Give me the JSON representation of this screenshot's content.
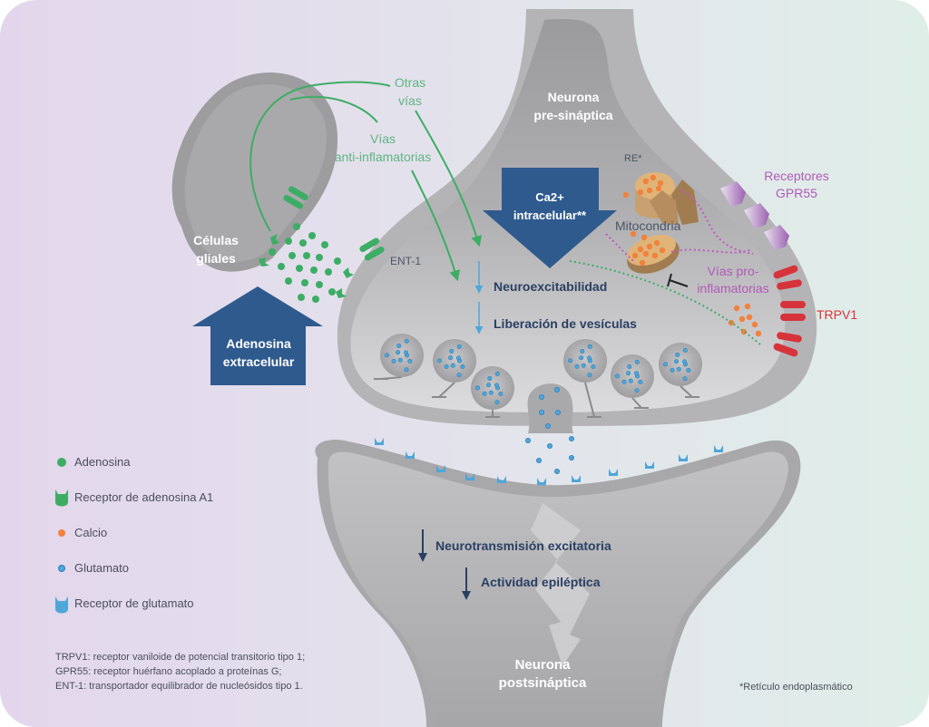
{
  "colors": {
    "bg_left": "#e3d6ec",
    "bg_mid": "#e3e3ec",
    "bg_right": "#e0eee8",
    "neuron_outer": "#bcbcbe",
    "neuron_inner": "#9a9a9d",
    "navy": "#2f5a8e",
    "dark_navy": "#2a3f63",
    "green": "#3dad65",
    "green_text": "#5fb582",
    "orange": "#f0823e",
    "blue_dot": "#4fa6d8",
    "purple": "#b05ab8",
    "red": "#d7333a",
    "organelle": "#c9a070"
  },
  "labels": {
    "otras_vias": [
      "Otras",
      "vías"
    ],
    "vias_anti": [
      "Vías",
      "anti-inflamatorias"
    ],
    "neurona_pre": [
      "Neurona",
      "pre-sináptica"
    ],
    "celulas_gliales": [
      "Células",
      "gliales"
    ],
    "ent1": "ENT-1",
    "ca2": [
      "Ca2+",
      "intracelular**"
    ],
    "re": "RE*",
    "mitocondria": "Mitocondria",
    "receptores_gpr55": [
      "Receptores",
      "GPR55"
    ],
    "vias_pro": [
      "Vías pro-",
      "inflamatorias"
    ],
    "trpv1": "TRPV1",
    "adenosina_extra": [
      "Adenosina",
      "extracelular"
    ],
    "neuroexcitabilidad": "Neuroexcitabilidad",
    "liberacion": "Liberación de vesículas",
    "neurotransmision": "Neurotransmisión excitatoria",
    "actividad": "Actividad epiléptica",
    "neurona_post": [
      "Neurona",
      "postsináptica"
    ]
  },
  "legend": [
    {
      "icon": "adenosine-dot",
      "label": "Adenosina"
    },
    {
      "icon": "a1-receptor",
      "label": "Receptor de adenosina A1"
    },
    {
      "icon": "calcium-dot",
      "label": "Calcio"
    },
    {
      "icon": "glutamate-dot",
      "label": "Glutamato"
    },
    {
      "icon": "glutamate-receptor",
      "label": "Receptor de glutamato"
    }
  ],
  "footnotes": [
    "TRPV1: receptor vaniloide de potencial transitorio tipo 1;",
    "GPR55: receptor huérfano acoplado a proteínas G;",
    "ENT-1: transportador equilibrador de nucleósidos tipo 1."
  ],
  "re_footnote": "*Retículo endoplasmático"
}
